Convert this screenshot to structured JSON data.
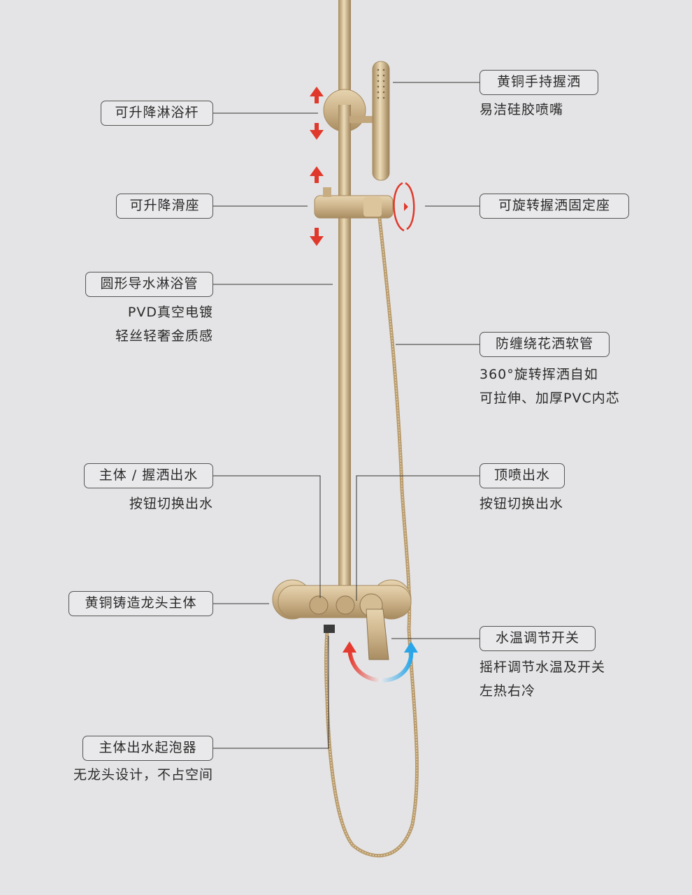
{
  "callouts": [
    {
      "id": "lift-bar",
      "label": "可升降淋浴杆",
      "lines": []
    },
    {
      "id": "slide-seat",
      "label": "可升降滑座",
      "lines": []
    },
    {
      "id": "round-pipe",
      "label": "圆形导水淋浴管",
      "lines": [
        "PVD真空电镀",
        "轻丝轻奢金质感"
      ]
    },
    {
      "id": "body-hand-out",
      "label": "主体 / 握洒出水",
      "lines": [
        "按钮切换出水"
      ]
    },
    {
      "id": "brass-body",
      "label": "黄铜铸造龙头主体",
      "lines": []
    },
    {
      "id": "aerator",
      "label": "主体出水起泡器",
      "lines": [
        "无龙头设计，不占空间"
      ]
    },
    {
      "id": "hand-shower",
      "label": "黄铜手持握洒",
      "lines": [
        "易洁硅胶喷嘴"
      ]
    },
    {
      "id": "holder",
      "label": "可旋转握洒固定座",
      "lines": []
    },
    {
      "id": "hose",
      "label": "防缠绕花洒软管",
      "lines": [
        "360°旋转挥洒自如",
        "可拉伸、加厚PVC内芯"
      ]
    },
    {
      "id": "top-spray",
      "label": "顶喷出水",
      "lines": [
        "按钮切换出水"
      ]
    },
    {
      "id": "temp-switch",
      "label": "水温调节开关",
      "lines": [
        "摇杆调节水温及开关",
        "左热右冷"
      ]
    }
  ],
  "colors": {
    "background": "#e4e4e6",
    "gold": "#c9ad82",
    "arrow_red": "#e0392b",
    "arrow_blue": "#2ea6e6"
  }
}
